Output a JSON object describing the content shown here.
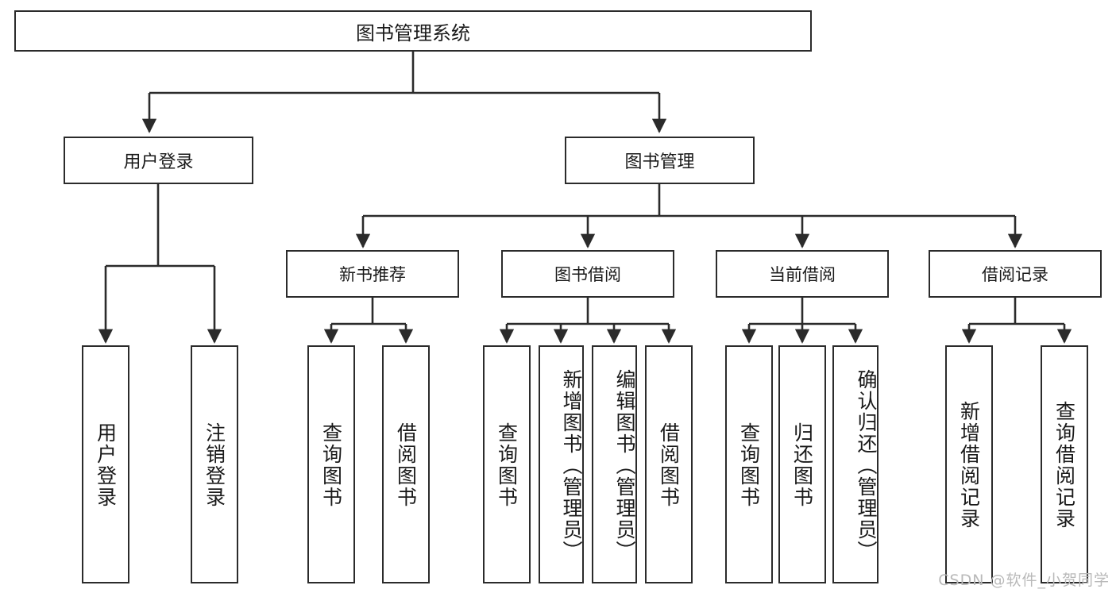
{
  "diagram": {
    "title": "图书管理系统",
    "type": "tree",
    "root": {
      "label": "图书管理系统"
    },
    "level2": [
      {
        "id": "user-login",
        "label": "用户登录"
      },
      {
        "id": "book-manage",
        "label": "图书管理"
      }
    ],
    "level3": [
      {
        "id": "new-book-recommend",
        "label": "新书推荐",
        "parent": "book-manage"
      },
      {
        "id": "book-borrow",
        "label": "图书借阅",
        "parent": "book-manage"
      },
      {
        "id": "current-borrow",
        "label": "当前借阅",
        "parent": "book-manage"
      },
      {
        "id": "borrow-record",
        "label": "借阅记录",
        "parent": "book-manage"
      }
    ],
    "leaves": {
      "user_login": [
        {
          "id": "leaf-user-login",
          "label": "用户登录"
        },
        {
          "id": "leaf-user-logout",
          "label": "注销登录"
        }
      ],
      "new_book_recommend": [
        {
          "id": "leaf-query-book-1",
          "label": "查询图书"
        },
        {
          "id": "leaf-borrow-book-1",
          "label": "借阅图书"
        }
      ],
      "book_borrow": [
        {
          "id": "leaf-query-book-2",
          "label": "查询图书"
        },
        {
          "id": "leaf-add-book",
          "label": "新增图书（管理员）"
        },
        {
          "id": "leaf-edit-book",
          "label": "编辑图书（管理员）"
        },
        {
          "id": "leaf-borrow-book-2",
          "label": "借阅图书"
        }
      ],
      "current_borrow": [
        {
          "id": "leaf-query-book-3",
          "label": "查询图书"
        },
        {
          "id": "leaf-return-book",
          "label": "归还图书"
        },
        {
          "id": "leaf-confirm-return",
          "label": "确认归还（管理员）"
        }
      ],
      "borrow_record": [
        {
          "id": "leaf-add-borrow-record",
          "label": "新增借阅记录"
        },
        {
          "id": "leaf-query-borrow-record",
          "label": "查询借阅记录"
        }
      ]
    },
    "watermark": "CSDN @软件_小贺同学",
    "colors": {
      "stroke": "#2b2b2b",
      "background": "#ffffff",
      "text": "#1a1a1a",
      "watermark": "#b9b9b9"
    }
  }
}
